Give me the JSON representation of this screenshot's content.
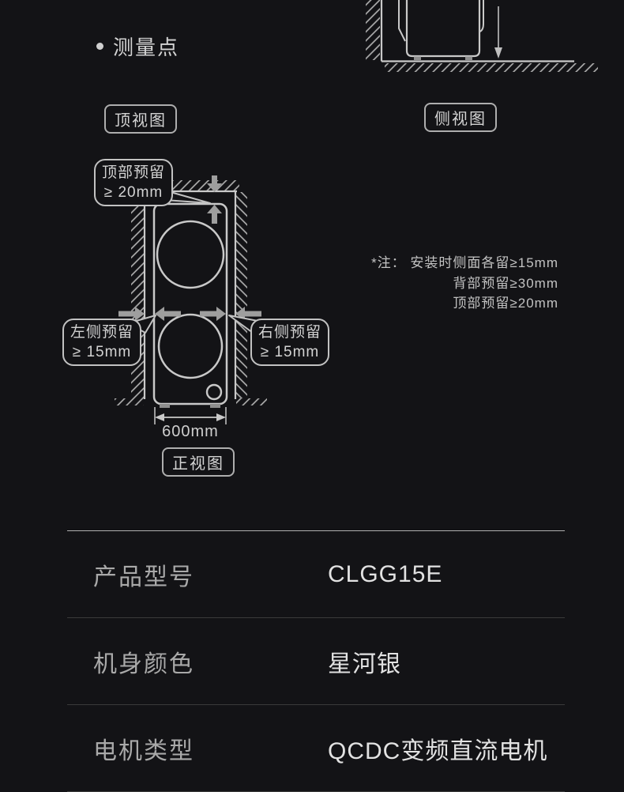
{
  "bullet_item": {
    "label": "测量点"
  },
  "view_labels": {
    "top": "顶视图",
    "side": "侧视图",
    "front": "正视图"
  },
  "callouts": {
    "top": {
      "line1": "顶部预留",
      "line2": "≥ 20mm"
    },
    "left": {
      "line1": "左侧预留",
      "line2": "≥ 15mm"
    },
    "right": {
      "line1": "右侧预留",
      "line2": "≥ 15mm"
    }
  },
  "dimension": {
    "width_label": "600mm"
  },
  "note": {
    "lines": [
      "*注： 安装时侧面各留≥15mm",
      "背部预留≥30mm",
      "顶部预留≥20mm"
    ]
  },
  "spec_table": {
    "rows": [
      {
        "label": "产品型号",
        "value": "CLGG15E"
      },
      {
        "label": "机身颜色",
        "value": "星河银"
      },
      {
        "label": "电机类型",
        "value": "QCDC变频直流电机"
      }
    ]
  },
  "colors": {
    "background": "#131316",
    "line": "#c9c9c9",
    "arrow_fill": "#9e9e9e",
    "hatch": "#b5b5b5",
    "divider_strong": "#b0b0b0",
    "divider_soft": "#3a3a3a",
    "label_text": "#a9a9a9",
    "value_text": "#e2e2e2"
  }
}
